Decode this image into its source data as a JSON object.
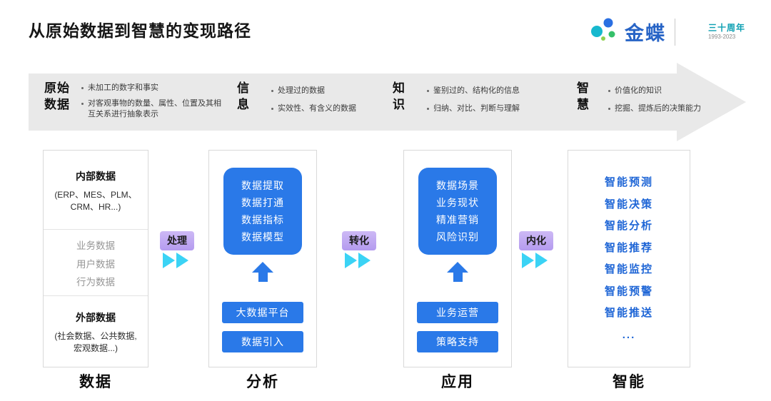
{
  "title": "从原始数据到智慧的变现路径",
  "brand": {
    "logo_text": "金蝶",
    "anniversary_label": "三十周年",
    "anniversary_years": "1993-2023"
  },
  "banner": {
    "stages": [
      {
        "label_line1": "原始",
        "label_line2": "数据",
        "bullets": [
          "未加工的数字和事实",
          "对客观事物的数量、属性、位置及其相互关系进行抽象表示"
        ]
      },
      {
        "label_line1": "信",
        "label_line2": "息",
        "bullets": [
          "处理过的数据",
          "实效性、有含义的数据"
        ]
      },
      {
        "label_line1": "知",
        "label_line2": "识",
        "bullets": [
          "鉴别过的、结构化的信息",
          "归纳、对比、判断与理解"
        ]
      },
      {
        "label_line1": "智",
        "label_line2": "慧",
        "bullets": [
          "价值化的知识",
          "挖掘、提炼后的决策能力"
        ]
      }
    ]
  },
  "data_card": {
    "internal_title": "内部数据",
    "internal_detail": "(ERP、MES、PLM、CRM、HR...)",
    "middle_items": [
      "业务数据",
      "用户数据",
      "行为数据"
    ],
    "external_title": "外部数据",
    "external_detail": "(社会数据、公共数据, 宏观数据...)"
  },
  "analysis_card": {
    "box_lines": [
      "数据提取",
      "数据打通",
      "数据指标",
      "数据模型"
    ],
    "buttons": [
      "大数据平台",
      "数据引入"
    ]
  },
  "application_card": {
    "box_lines": [
      "数据场景",
      "业务现状",
      "精准营销",
      "风险识别"
    ],
    "buttons": [
      "业务运营",
      "策略支持"
    ]
  },
  "intelligence_card": {
    "items": [
      "智能预测",
      "智能决策",
      "智能分析",
      "智能推荐",
      "智能监控",
      "智能预警",
      "智能推送",
      "..."
    ]
  },
  "connectors": [
    {
      "label": "处理"
    },
    {
      "label": "转化"
    },
    {
      "label": "内化"
    }
  ],
  "footer_labels": [
    "数据",
    "分析",
    "应用",
    "智能"
  ],
  "colors": {
    "primary_blue": "#2a79e8",
    "intel_text_blue": "#1f66d6",
    "cyan_arrow": "#3bd3f5",
    "purple_label": "#c0a8f2",
    "banner_gray": "#e9e9e9",
    "kingdee_blue": "#2764c6",
    "anniversary_teal": "#0b9fb2"
  }
}
